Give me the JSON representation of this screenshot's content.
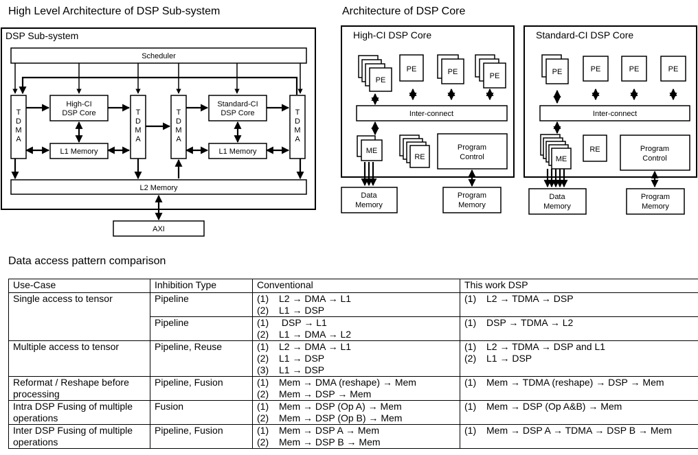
{
  "headings": {
    "left": "High Level Architecture of DSP Sub-system",
    "right": "Architecture of DSP Core",
    "table": "Data access pattern comparison"
  },
  "subsystem": {
    "frame_label": "DSP Sub-system",
    "scheduler": "Scheduler",
    "tdma": "TDMA",
    "high_ci_core": [
      "High-CI",
      "DSP Core"
    ],
    "standard_ci_core": [
      "Standard-CI",
      "DSP Core"
    ],
    "l1_memory": "L1 Memory",
    "l2_memory": "L2 Memory",
    "axi": "AXI"
  },
  "cores": {
    "high_ci_title": "High-CI DSP Core",
    "standard_ci_title": "Standard-CI DSP Core",
    "pe": "PE",
    "me": "ME",
    "re": "RE",
    "interconnect": "Inter-connect",
    "program_control": [
      "Program",
      "Control"
    ],
    "data_memory": [
      "Data",
      "Memory"
    ],
    "program_memory": [
      "Program",
      "Memory"
    ]
  },
  "table": {
    "headers": [
      "Use-Case",
      "Inhibition Type",
      "Conventional",
      "This work DSP"
    ],
    "rows": [
      {
        "use_case": "Single access to tensor",
        "type": "Pipeline",
        "conventional": [
          [
            "(1)",
            "L2 → DMA → L1"
          ],
          [
            "(2)",
            "L1 → DSP"
          ]
        ],
        "this_work": [
          [
            "(1)",
            "L2 → TDMA → DSP"
          ]
        ]
      },
      {
        "use_case": "",
        "type": "Pipeline",
        "conventional": [
          [
            "(1)",
            " DSP → L1"
          ],
          [
            "(2)",
            "L1 → DMA → L2"
          ]
        ],
        "this_work": [
          [
            "(1)",
            "DSP → TDMA → L2"
          ]
        ]
      },
      {
        "use_case": "Multiple access to tensor",
        "type": "Pipeline, Reuse",
        "conventional": [
          [
            "(1)",
            "L2 → DMA → L1"
          ],
          [
            "(2)",
            "L1 → DSP"
          ],
          [
            "(3)",
            "L1 → DSP"
          ]
        ],
        "this_work": [
          [
            "(1)",
            "L2 → TDMA → DSP and L1"
          ],
          [
            "(2)",
            "L1 → DSP"
          ]
        ]
      },
      {
        "use_case": "Reformat / Reshape before processing",
        "type": "Pipeline, Fusion",
        "conventional": [
          [
            "(1)",
            "Mem → DMA (reshape) → Mem"
          ],
          [
            "(2)",
            "Mem → DSP → Mem"
          ]
        ],
        "this_work": [
          [
            "(1)",
            "Mem → TDMA (reshape) → DSP → Mem"
          ]
        ]
      },
      {
        "use_case": "Intra DSP Fusing of multiple operations",
        "type": "Fusion",
        "conventional": [
          [
            "(1)",
            "Mem → DSP (Op A) → Mem"
          ],
          [
            "(2)",
            "Mem → DSP (Op B) → Mem"
          ]
        ],
        "this_work": [
          [
            "(1)",
            "Mem → DSP (Op A&B) → Mem"
          ]
        ]
      },
      {
        "use_case": "Inter DSP Fusing of multiple operations",
        "type": "Pipeline, Fusion",
        "conventional": [
          [
            "(1)",
            "Mem → DSP A → Mem"
          ],
          [
            "(2)",
            "Mem → DSP B → Mem"
          ]
        ],
        "this_work": [
          [
            "(1)",
            "Mem → DSP A → TDMA → DSP B → Mem"
          ]
        ]
      }
    ]
  }
}
